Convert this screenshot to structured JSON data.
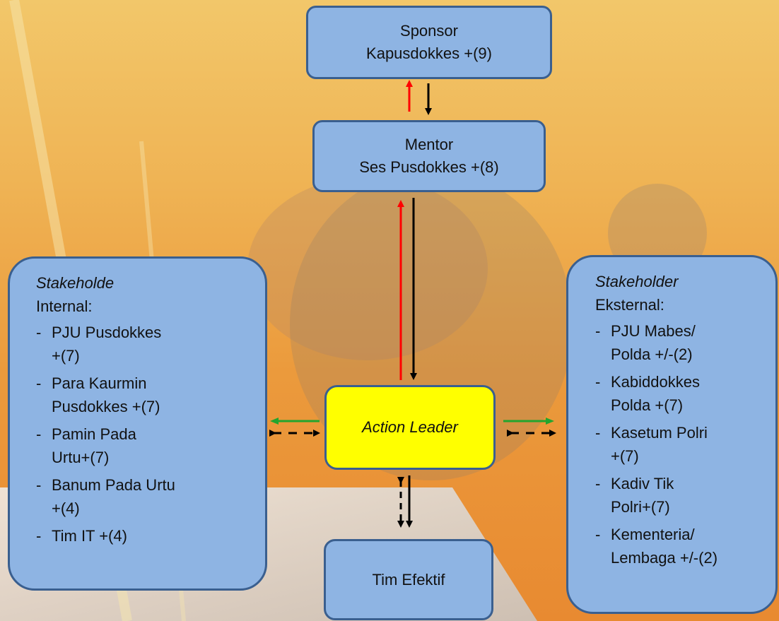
{
  "sponsor": {
    "line1": "Sponsor",
    "line2": "Kapusdokkes +(9)"
  },
  "mentor": {
    "line1": "Mentor",
    "line2": "Ses Pusdokkes +(8)"
  },
  "action_leader": {
    "label": "Action Leader"
  },
  "tim_efektif": {
    "label": "Tim Efektif"
  },
  "stakeholder_internal": {
    "title_italic": "Stakeholde",
    "title_plain": "Internal:",
    "items": [
      "PJU Pusdokkes\n+(7)",
      "Para Kaurmin\nPusdokkes +(7)",
      "Pamin Pada\nUrtu+(7)",
      "Banum Pada Urtu\n+(4)",
      "Tim IT +(4)"
    ]
  },
  "stakeholder_external": {
    "title_italic": "Stakeholder",
    "title_plain": "Eksternal:",
    "items": [
      "PJU Mabes/\nPolda +/-(2)",
      "Kabiddokkes\nPolda +(7)",
      "Kasetum Polri\n+(7)",
      "Kadiv Tik\nPolri+(7)",
      "Kementeria/\nLembaga +/-(2)"
    ]
  },
  "colors": {
    "box_fill": "#8eb4e3",
    "box_border": "#3a5f8f",
    "action_fill": "#ffff00",
    "arrow_red": "#ff0000",
    "arrow_black": "#000000",
    "arrow_green": "#22a52e"
  }
}
